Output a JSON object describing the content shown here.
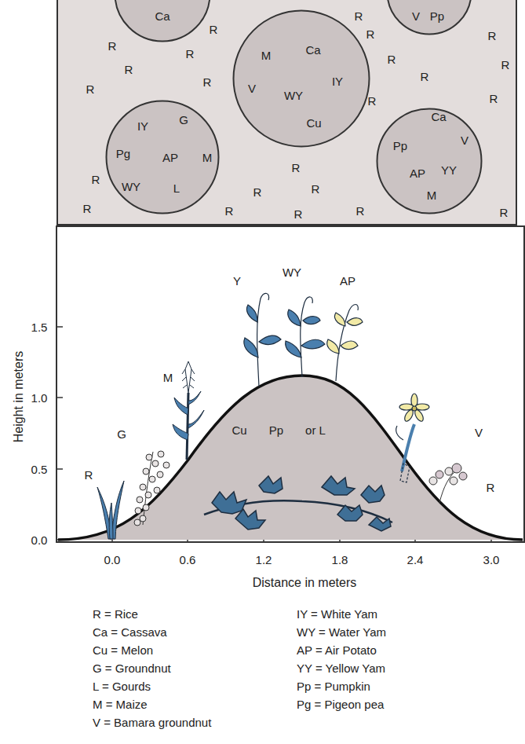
{
  "diagram": {
    "nodes": [
      {
        "text": [
          "Ca"
        ]
      },
      {
        "text": [
          "V",
          "Pp"
        ]
      },
      {
        "text": [
          "M",
          "Ca",
          "V",
          "WY",
          "IY",
          "Cu"
        ]
      },
      {
        "text": [
          "IY",
          "G",
          "Pg",
          "AP",
          "M",
          "WY",
          "L"
        ]
      },
      {
        "text": [
          "Ca",
          "Pp",
          "V",
          "AP",
          "YY",
          "M"
        ]
      }
    ],
    "labels": [
      "R",
      "R",
      "R",
      "R",
      "R",
      "R",
      "R",
      "R",
      "R",
      "R",
      "R",
      "R",
      "R",
      "R",
      "R",
      "R",
      "R",
      "R",
      "R",
      "R",
      "R",
      "R",
      "R",
      "Height in meters",
      "1.5",
      "1.0",
      "0.5",
      "0.0",
      "0.0",
      "0.6",
      "1.2",
      "1.8",
      "2.4",
      "3.0",
      "Distance in meters",
      "R",
      "G",
      "M",
      "Y",
      "WY",
      "AP",
      "Cu",
      "Pp",
      "or L",
      "V",
      "R"
    ],
    "legend": [
      {
        "text": "R = Rice"
      },
      {
        "text": "Ca = Cassava"
      },
      {
        "text": "Cu = Melon"
      },
      {
        "text": "G = Groundnut"
      },
      {
        "text": "L = Gourds"
      },
      {
        "text": "M = Maize"
      },
      {
        "text": "V = Bamara groundnut"
      },
      {
        "text": "IY = White Yam"
      },
      {
        "text": "WY = Water Yam"
      },
      {
        "text": "AP = Air Potato"
      },
      {
        "text": "YY = Yellow Yam"
      },
      {
        "text": "Pp = Pumpkin"
      },
      {
        "text": "Pg = Pigeon pea"
      }
    ]
  }
}
